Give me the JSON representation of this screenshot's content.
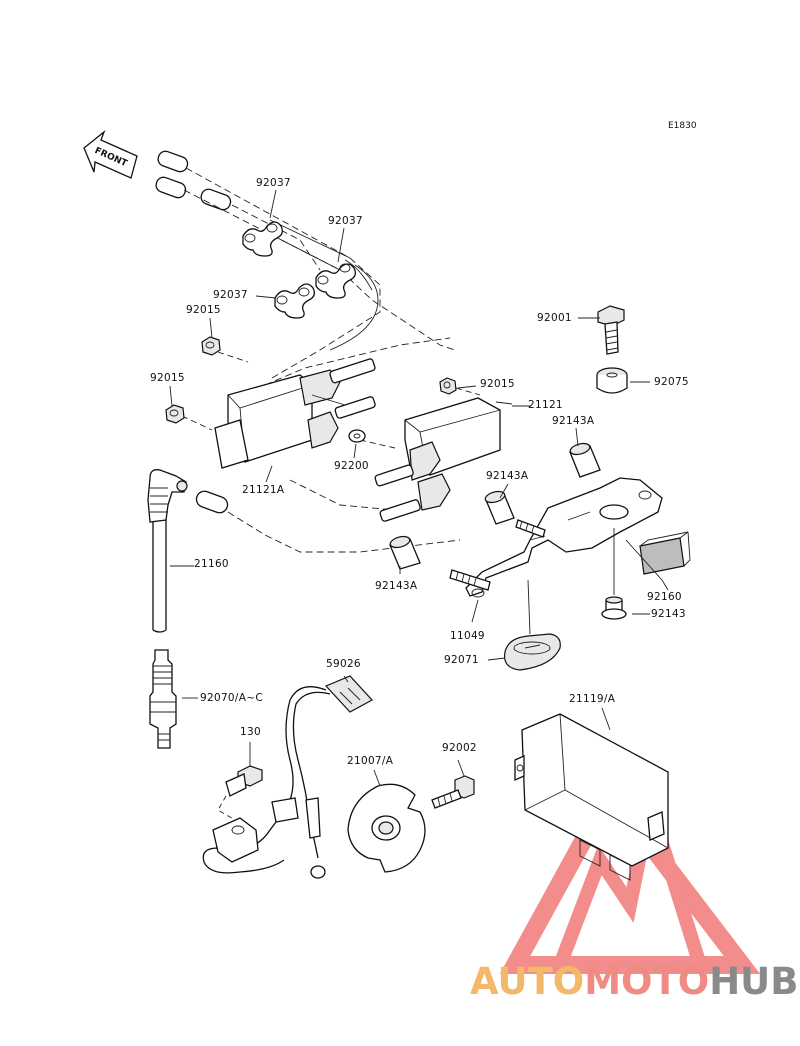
{
  "diagram": {
    "code": "E1830",
    "front_label": "FRONT",
    "watermark": {
      "part1": "AUTO",
      "part2": "MOTO",
      "part3": "HUB",
      "color_auto": "#f3b96a",
      "color_moto": "#ef8b82",
      "color_hub": "#8a8a8a",
      "triangle_color": "#f07a78"
    }
  },
  "parts": [
    {
      "id": "92037a",
      "label": "92037"
    },
    {
      "id": "92037b",
      "label": "92037"
    },
    {
      "id": "92037c",
      "label": "92037"
    },
    {
      "id": "92015a",
      "label": "92015"
    },
    {
      "id": "92015b",
      "label": "92015"
    },
    {
      "id": "92015c",
      "label": "92015"
    },
    {
      "id": "92001",
      "label": "92001"
    },
    {
      "id": "92075",
      "label": "92075"
    },
    {
      "id": "21121",
      "label": "21121"
    },
    {
      "id": "92143A_a",
      "label": "92143A"
    },
    {
      "id": "92143A_b",
      "label": "92143A"
    },
    {
      "id": "92143A_c",
      "label": "92143A"
    },
    {
      "id": "92200",
      "label": "92200"
    },
    {
      "id": "21121A",
      "label": "21121A"
    },
    {
      "id": "21160",
      "label": "21160"
    },
    {
      "id": "92160",
      "label": "92160"
    },
    {
      "id": "92143",
      "label": "92143"
    },
    {
      "id": "11049",
      "label": "11049"
    },
    {
      "id": "92071",
      "label": "92071"
    },
    {
      "id": "59026",
      "label": "59026"
    },
    {
      "id": "92070",
      "label": "92070/A~C"
    },
    {
      "id": "21119",
      "label": "21119/A"
    },
    {
      "id": "130",
      "label": "130"
    },
    {
      "id": "21007",
      "label": "21007/A"
    },
    {
      "id": "92002",
      "label": "92002"
    }
  ]
}
